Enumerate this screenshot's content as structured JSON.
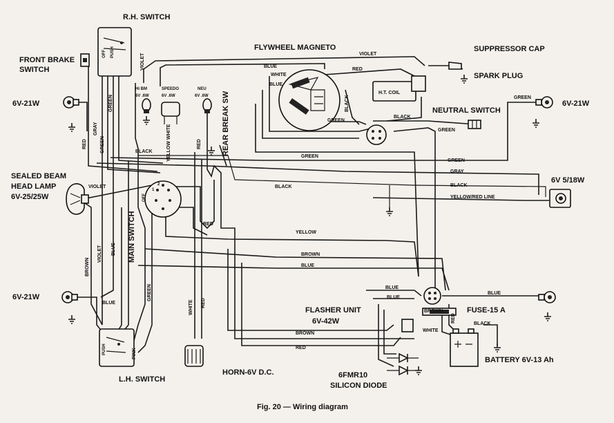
{
  "caption": "Fig. 20 — Wiring diagram",
  "components": {
    "rh_switch": "R.H. SWITCH",
    "front_brake_switch": [
      "FRONT BRAKE",
      "SWITCH"
    ],
    "flywheel_magneto": "FLYWHEEL MAGNETO",
    "suppressor_cap": "SUPPRESSOR CAP",
    "spark_plug": "SPARK PLUG",
    "ht_coil": "H.T. COIL",
    "neutral_switch": "NEUTRAL SWITCH",
    "front_left_lamp": "6V-21W",
    "front_right_lamp": "6V-21W",
    "head_lamp": [
      "SEALED BEAM",
      "HEAD LAMP",
      "6V-25/25W"
    ],
    "tail_lamp": "6V 5/18W",
    "rear_left_lamp": "6V-21W",
    "main_switch": "MAIN SWITCH",
    "rear_brake_switch": "REAR BREAK SW",
    "flasher_unit": [
      "FLASHER UNIT",
      "6V-42W"
    ],
    "fuse": "FUSE-15 A",
    "battery": "BATTERY 6V-13 Ah",
    "diode": [
      "6FMR10",
      "SILICON DIODE"
    ],
    "horn": "HORN-6V D.C.",
    "lh_switch": "L.H. SWITCH",
    "hi_bm": [
      "Hi BM",
      "6V .6W"
    ],
    "speedo": [
      "SPEEDO",
      "6V .6W"
    ],
    "neu": [
      "NEU",
      "6V .6W"
    ]
  },
  "wires": {
    "violet": "VIOLET",
    "red": "RED",
    "blue": "BLUE",
    "white": "WHITE",
    "black": "BLACK",
    "green": "GREEN",
    "gray": "GRAY",
    "brown": "BROWN",
    "yellow": "YELLOW",
    "pink": "PINK",
    "yellow_red_line": "YELLOW/RED LINE",
    "yellow_white": "YELLOW WHITE"
  },
  "switch_marks": {
    "off": "OFF",
    "push": "PUSH",
    "one": "1",
    "two": "2"
  }
}
